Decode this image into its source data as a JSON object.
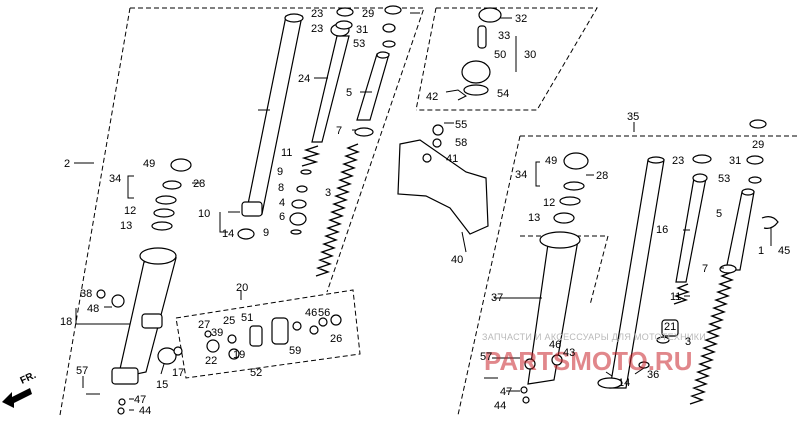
{
  "labels": [
    {
      "id": "l23a",
      "text": "23"
    },
    {
      "id": "l29a",
      "text": "29"
    },
    {
      "id": "l32",
      "text": "32"
    },
    {
      "id": "l23b",
      "text": "23"
    },
    {
      "id": "l31a",
      "text": "31"
    },
    {
      "id": "l53a",
      "text": "53"
    },
    {
      "id": "l33",
      "text": "33"
    },
    {
      "id": "l50",
      "text": "50"
    },
    {
      "id": "l30",
      "text": "30"
    },
    {
      "id": "l24",
      "text": "24"
    },
    {
      "id": "l5a",
      "text": "5"
    },
    {
      "id": "l42",
      "text": "42"
    },
    {
      "id": "l54",
      "text": "54"
    },
    {
      "id": "l55",
      "text": "55"
    },
    {
      "id": "l58",
      "text": "58"
    },
    {
      "id": "l41",
      "text": "41"
    },
    {
      "id": "l7a",
      "text": "7"
    },
    {
      "id": "l11a",
      "text": "11"
    },
    {
      "id": "l2",
      "text": "2"
    },
    {
      "id": "l49a",
      "text": "49"
    },
    {
      "id": "l34a",
      "text": "34"
    },
    {
      "id": "l28a",
      "text": "28"
    },
    {
      "id": "l9a",
      "text": "9"
    },
    {
      "id": "l8",
      "text": "8"
    },
    {
      "id": "l3a",
      "text": "3"
    },
    {
      "id": "l4",
      "text": "4"
    },
    {
      "id": "l12a",
      "text": "12"
    },
    {
      "id": "l10",
      "text": "10"
    },
    {
      "id": "l6",
      "text": "6"
    },
    {
      "id": "l13a",
      "text": "13"
    },
    {
      "id": "l14a",
      "text": "14"
    },
    {
      "id": "l9b",
      "text": "9"
    },
    {
      "id": "l35",
      "text": "35"
    },
    {
      "id": "l29b",
      "text": "29"
    },
    {
      "id": "l49b",
      "text": "49"
    },
    {
      "id": "l23c",
      "text": "23"
    },
    {
      "id": "l31b",
      "text": "31"
    },
    {
      "id": "l34b",
      "text": "34"
    },
    {
      "id": "l28b",
      "text": "28"
    },
    {
      "id": "l53b",
      "text": "53"
    },
    {
      "id": "l12b",
      "text": "12"
    },
    {
      "id": "l5b",
      "text": "5"
    },
    {
      "id": "l13b",
      "text": "13"
    },
    {
      "id": "l16",
      "text": "16"
    },
    {
      "id": "l1",
      "text": "1"
    },
    {
      "id": "l45",
      "text": "45"
    },
    {
      "id": "l40",
      "text": "40"
    },
    {
      "id": "l7b",
      "text": "7"
    },
    {
      "id": "l20",
      "text": "20"
    },
    {
      "id": "l38",
      "text": "38"
    },
    {
      "id": "l48",
      "text": "48"
    },
    {
      "id": "l18",
      "text": "18"
    },
    {
      "id": "l27",
      "text": "27"
    },
    {
      "id": "l25",
      "text": "25"
    },
    {
      "id": "l51",
      "text": "51"
    },
    {
      "id": "l46a",
      "text": "46"
    },
    {
      "id": "l56",
      "text": "56"
    },
    {
      "id": "l39",
      "text": "39"
    },
    {
      "id": "l37",
      "text": "37"
    },
    {
      "id": "l11b",
      "text": "11"
    },
    {
      "id": "l22",
      "text": "22"
    },
    {
      "id": "l19",
      "text": "19"
    },
    {
      "id": "l59",
      "text": "59"
    },
    {
      "id": "l26",
      "text": "26"
    },
    {
      "id": "l21",
      "text": "21"
    },
    {
      "id": "l46b",
      "text": "46"
    },
    {
      "id": "l43",
      "text": "43"
    },
    {
      "id": "l3b",
      "text": "3"
    },
    {
      "id": "l17",
      "text": "17"
    },
    {
      "id": "l52",
      "text": "52"
    },
    {
      "id": "l57a",
      "text": "57"
    },
    {
      "id": "l57b",
      "text": "57"
    },
    {
      "id": "l36",
      "text": "36"
    },
    {
      "id": "l15",
      "text": "15"
    },
    {
      "id": "l14b",
      "text": "14"
    },
    {
      "id": "l47a",
      "text": "47"
    },
    {
      "id": "l47b",
      "text": "47"
    },
    {
      "id": "l44a",
      "text": "44"
    },
    {
      "id": "l44b",
      "text": "44"
    }
  ],
  "direction_label": "FR.",
  "watermark": {
    "text": "ЗАПЧАСТИ И АКСЕССУАРЫ ДЛЯ МОТОТЕХНИКИ",
    "brand": "PARTSMOTO.RU"
  },
  "colors": {
    "line": "#000000",
    "watermark_text": "#b9b9b9",
    "brand": "#c9252b"
  }
}
